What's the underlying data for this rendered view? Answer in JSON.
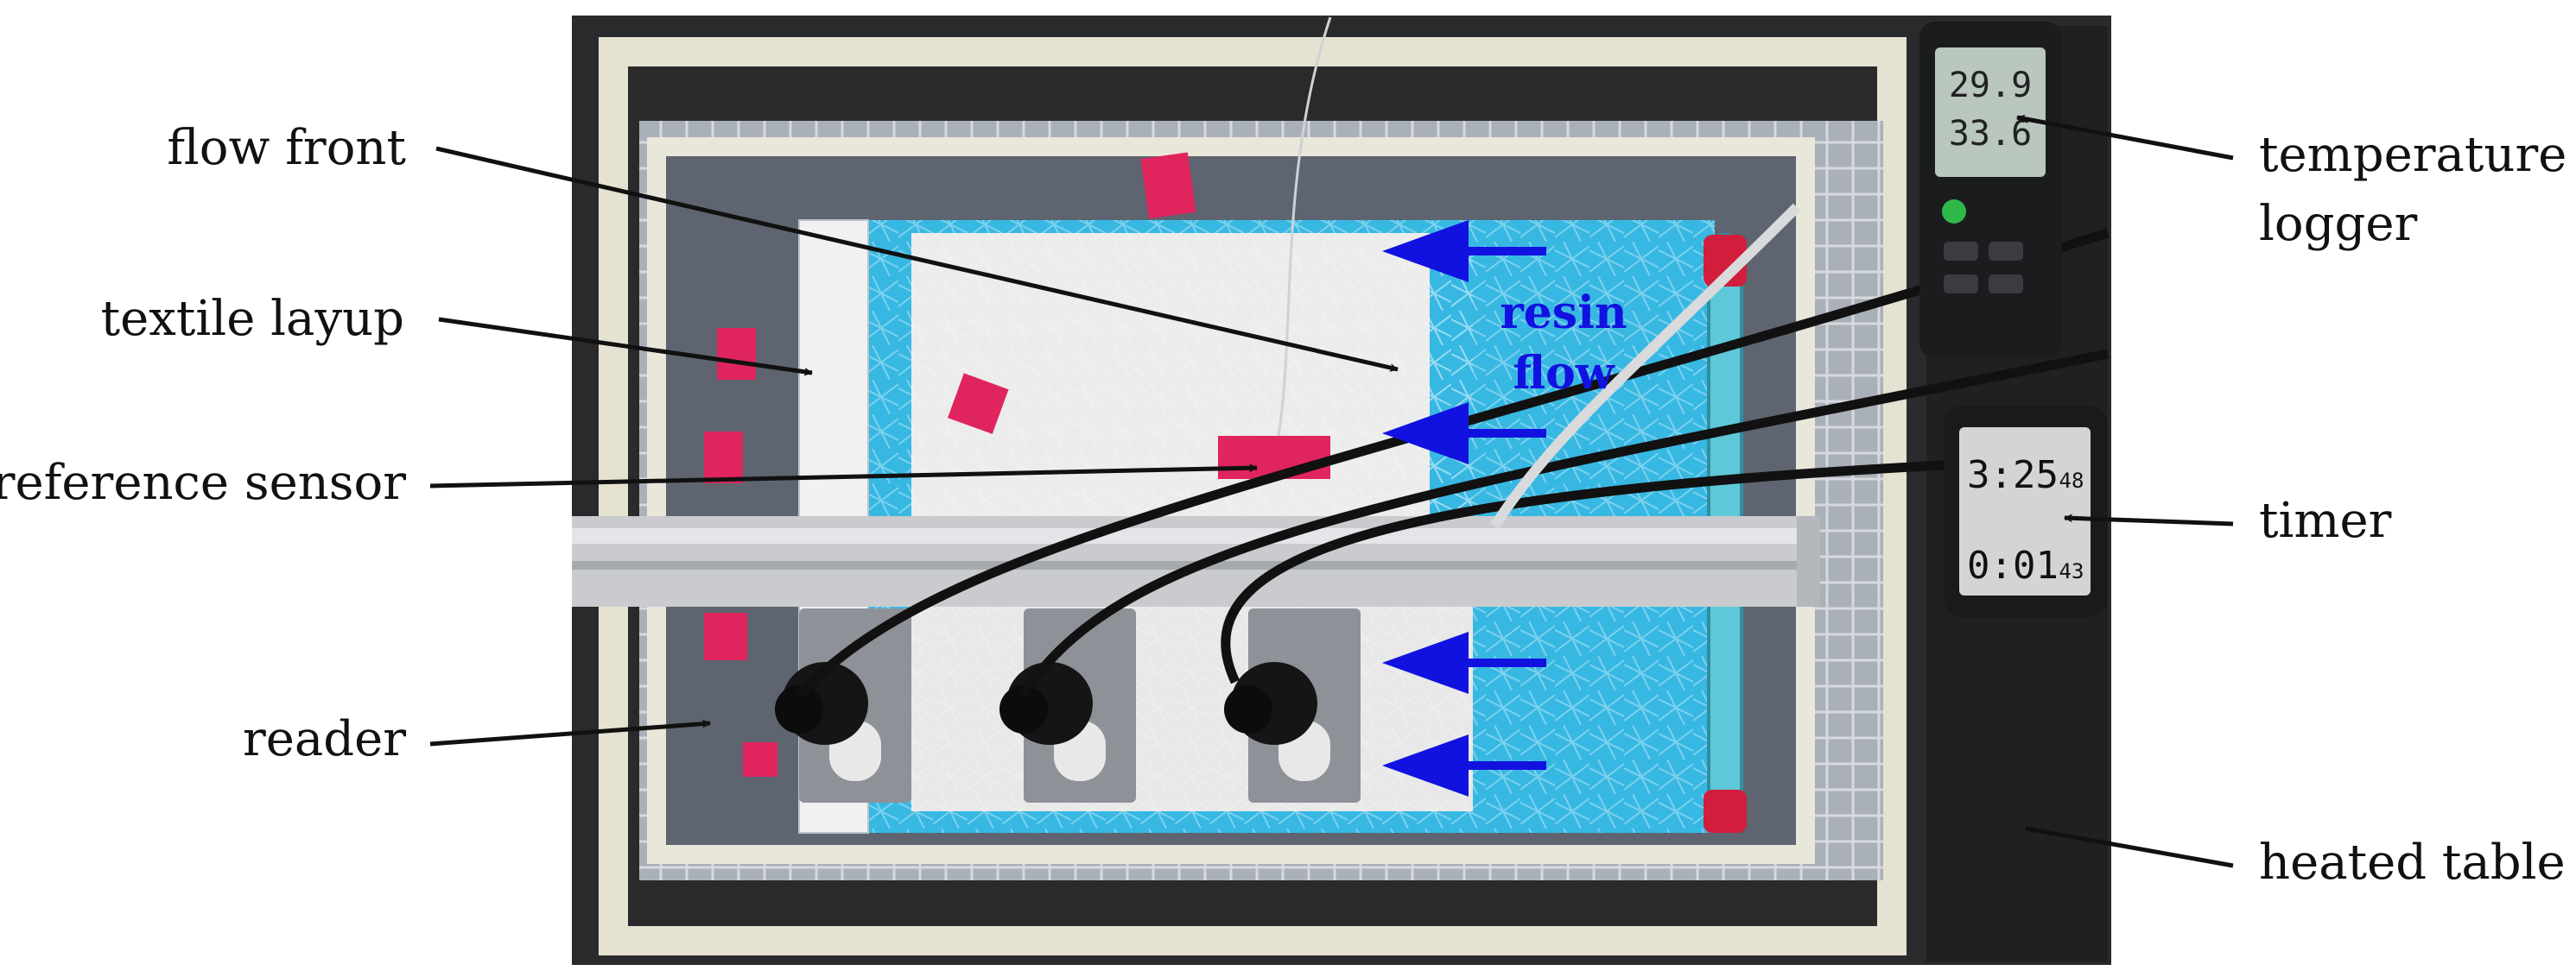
{
  "colors": {
    "background": "#ffffff",
    "photo_dark": "#2a2a2c",
    "blue_textile": "#37b8e3",
    "arrow_blue": "#1212e0",
    "annotation": "#111111",
    "tape_red": "#e0245e"
  },
  "labels": {
    "flow_front": "flow front",
    "textile_layup": "textile layup",
    "reference_sensor": "reference sensor",
    "reader": "reader",
    "temperature_logger_line1": "temperature",
    "temperature_logger_line2": "logger",
    "timer": "timer",
    "heated_table": "heated table",
    "resin_flow_line1": "resin",
    "resin_flow_line2": "flow"
  },
  "devices": {
    "logger_reading_1": "29.9",
    "logger_reading_2": "33.6",
    "timer_clock": "3:25",
    "timer_clock_seconds": "48",
    "timer_count": "0:01",
    "timer_count_seconds": "43"
  },
  "icons": {
    "flow_arrows": "arrow-left-icon",
    "callout_arrows": "arrow-pointer-icon"
  }
}
